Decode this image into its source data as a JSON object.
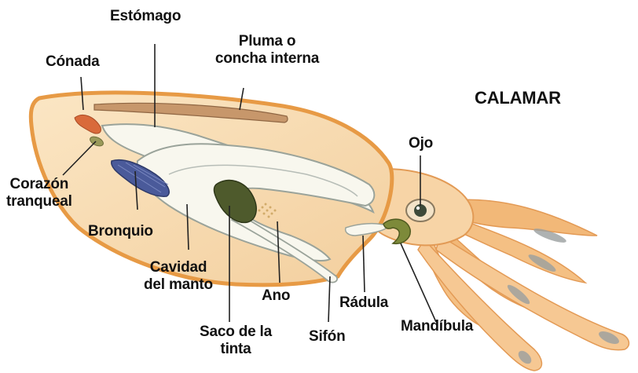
{
  "title": "CALAMAR",
  "labels": {
    "estomago": "Estómago",
    "pluma_line1": "Pluma o",
    "pluma_line2": "concha  interna",
    "conada": "Cónada",
    "ojo": "Ojo",
    "corazon_line1": "Corazón",
    "corazon_line2": "tranqueal",
    "bronquio": "Bronquio",
    "cavidad_line1": "Cavidad",
    "cavidad_line2": "del manto",
    "ano": "Ano",
    "radula": "Rádula",
    "saco_line1": "Saco  de la",
    "saco_line2": "tinta",
    "sifon": "Sifón",
    "mandibula": "Mandíbula"
  },
  "colors": {
    "mantle_fill": "#f7ddb5",
    "mantle_edge": "#e79a45",
    "organ_white": "#f8f7ee",
    "organ_outline": "#9aa39a",
    "gill": "#4a5a9a",
    "ink_sac": "#4e5a2c",
    "pen": "#c7976b",
    "gonad": "#d96a3a",
    "leader_line": "#222222"
  }
}
